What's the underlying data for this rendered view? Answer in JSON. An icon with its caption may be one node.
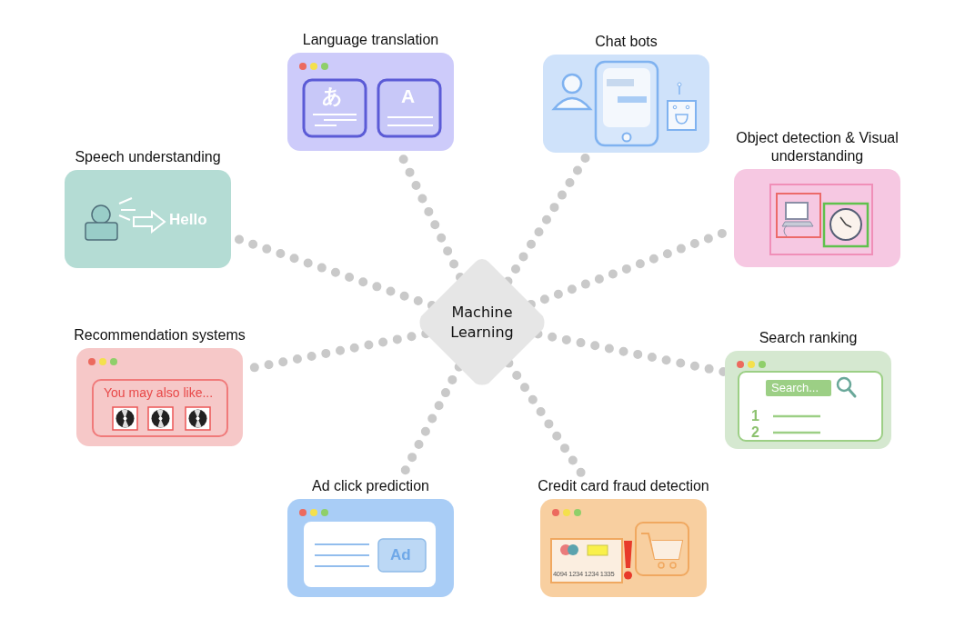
{
  "diagram": {
    "nodes": [
      {
        "text": [
          "Machine Learning"
        ]
      },
      {
        "text": [
          "Language translation",
          "あ",
          "A"
        ]
      },
      {
        "text": [
          "Chat bots"
        ]
      },
      {
        "text": [
          "Object detection & Visual understanding"
        ]
      },
      {
        "text": [
          "Search ranking",
          "Search...",
          "1",
          "2"
        ]
      },
      {
        "text": [
          "Credit card fraud detection",
          "4094 1234 1234 1335"
        ]
      },
      {
        "text": [
          "Ad click prediction",
          "Ad"
        ]
      },
      {
        "text": [
          "Recommendation systems",
          "You may also like..."
        ]
      },
      {
        "text": [
          "Speech understanding",
          "Hello"
        ]
      }
    ],
    "edges": [
      {
        "from": 0,
        "to": 1,
        "arrow": "none"
      },
      {
        "from": 0,
        "to": 2,
        "arrow": "none"
      },
      {
        "from": 0,
        "to": 3,
        "arrow": "none"
      },
      {
        "from": 0,
        "to": 4,
        "arrow": "none"
      },
      {
        "from": 0,
        "to": 5,
        "arrow": "none"
      },
      {
        "from": 0,
        "to": 6,
        "arrow": "none"
      },
      {
        "from": 0,
        "to": 7,
        "arrow": "none"
      },
      {
        "from": 0,
        "to": 8,
        "arrow": "none"
      }
    ]
  }
}
